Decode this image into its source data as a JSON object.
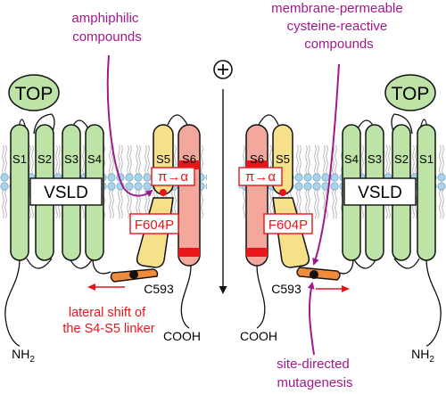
{
  "annotations": {
    "amphiphilic": [
      "amphiphilic",
      "compounds"
    ],
    "cysteine": [
      "membrane-permeable",
      "cysteine-reactive",
      "compounds"
    ],
    "lateral_shift": [
      "lateral shift of",
      "the S4-S5 linker"
    ],
    "mutagenesis": [
      "site-directed",
      "mutagenesis"
    ]
  },
  "left_channel": {
    "top_domain": "TOP",
    "vsld": "VSLD",
    "helices": [
      "S1",
      "S2",
      "S3",
      "S4",
      "S5",
      "S6"
    ],
    "pi_alpha": "π→α",
    "mutation": "F604P",
    "residue": "C593",
    "n_terminus": "NH",
    "n_sub": "2",
    "c_terminus": "COOH"
  },
  "right_channel": {
    "top_domain": "TOP",
    "vsld": "VSLD",
    "helices": [
      "S6",
      "S5",
      "S4",
      "S3",
      "S2",
      "S1"
    ],
    "pi_alpha": "π→α",
    "mutation": "F604P",
    "residue": "C593",
    "n_terminus": "NH",
    "n_sub": "2",
    "c_terminus": "COOH"
  },
  "polarity_symbol": "+",
  "colors": {
    "green": "#bde3a6",
    "yellow": "#f7e08a",
    "salmon": "#f4a79c",
    "red": "#e8151b",
    "purple": "#a01a8e",
    "orange": "#f08b3c",
    "membrane": "#a9d3ea"
  }
}
